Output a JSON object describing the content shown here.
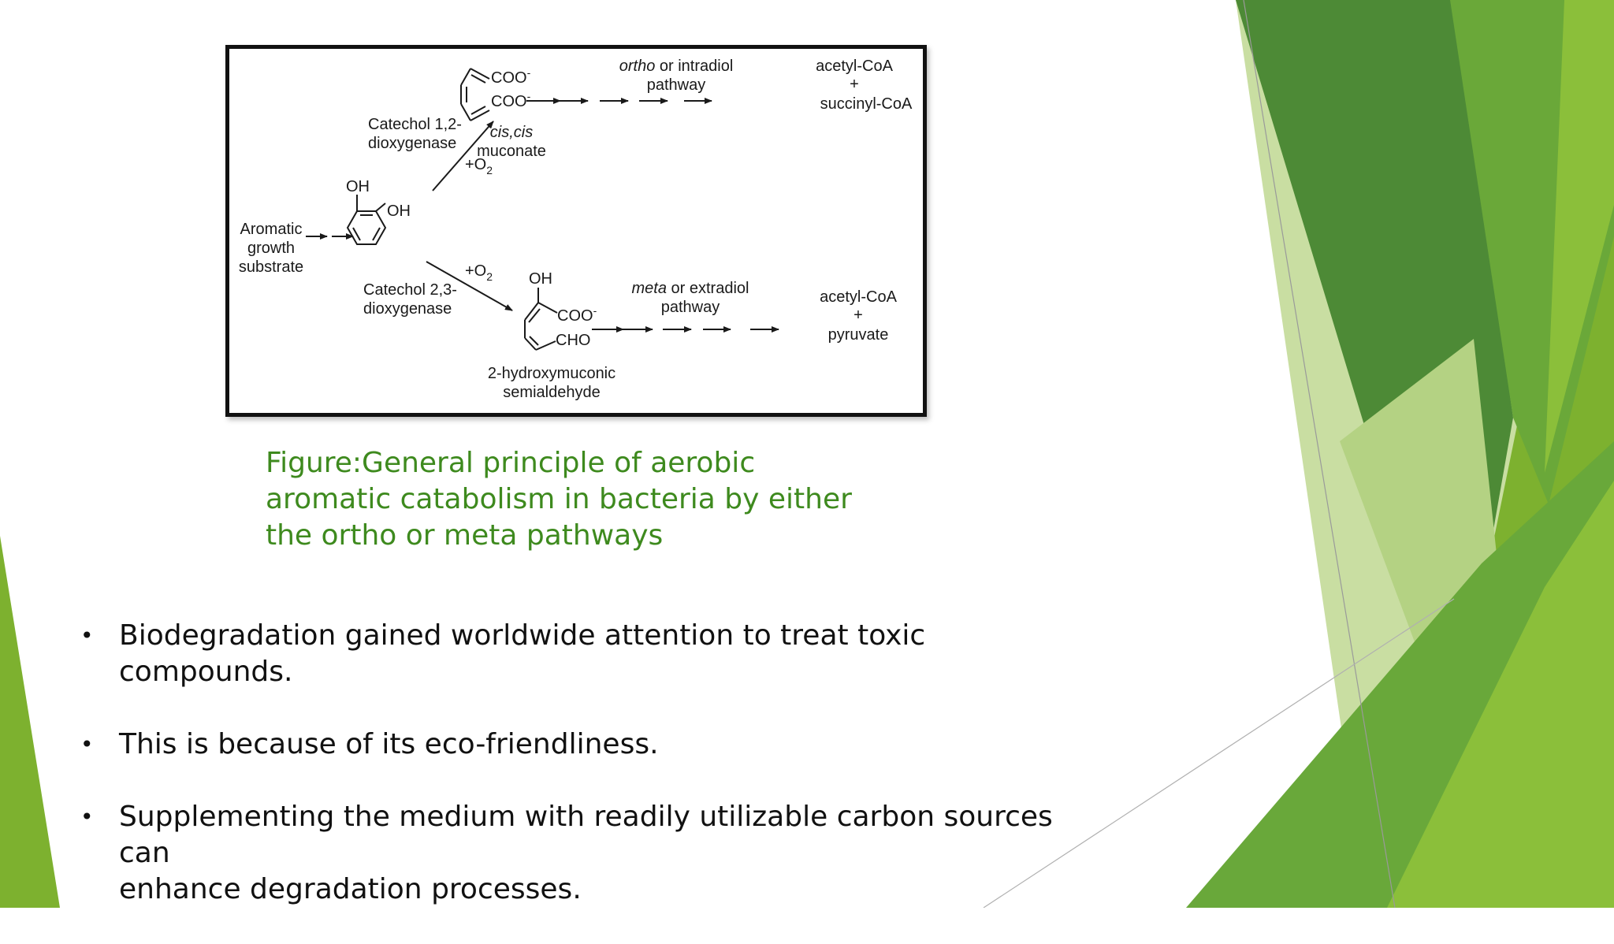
{
  "figure": {
    "substrate": [
      "Aromatic",
      "growth",
      "substrate"
    ],
    "catechol_oh_top": "OH",
    "catechol_oh_side": "OH",
    "enzyme_ortho": [
      "Catechol 1,2-",
      "dioxygenase"
    ],
    "enzyme_meta": [
      "Catechol 2,3-",
      "dioxygenase"
    ],
    "o2": "+O",
    "o2_sub": "2",
    "muconate_coo_top": "COO",
    "muconate_coo_bottom": "COO",
    "charge": "-",
    "muconate_name_italic": "cis,cis",
    "muconate_name": "muconate",
    "ortho_pathway_italic": "ortho",
    "ortho_pathway_rest": " or intradiol",
    "pathway_word": "pathway",
    "ortho_products": [
      "acetyl-CoA",
      "+",
      "succinyl-CoA"
    ],
    "semialdehyde_oh": "OH",
    "semialdehyde_coo": "COO",
    "semialdehyde_cho": "CHO",
    "semialdehyde_name": [
      "2-hydroxymuconic",
      "semialdehyde"
    ],
    "meta_pathway_italic": "meta",
    "meta_pathway_rest": " or extradiol",
    "meta_products": [
      "acetyl-CoA",
      "+",
      "pyruvate"
    ]
  },
  "caption": {
    "lines": [
      "Figure:General principle of aerobic",
      "aromatic catabolism in bacteria by either",
      "the ortho or meta pathways"
    ]
  },
  "bullets": [
    {
      "marker": "•",
      "lines": [
        "Biodegradation gained worldwide attention to treat toxic compounds."
      ]
    },
    {
      "marker": "•",
      "lines": [
        "This is because of its eco-friendliness."
      ]
    },
    {
      "marker": "•",
      "lines": [
        "Supplementing the medium with readily utilizable carbon sources can",
        "enhance degradation processes."
      ]
    }
  ],
  "colors": {
    "caption": "#3e8a1e",
    "accent_dark": "#4b8a34",
    "accent_light": "#8bbf3a"
  }
}
